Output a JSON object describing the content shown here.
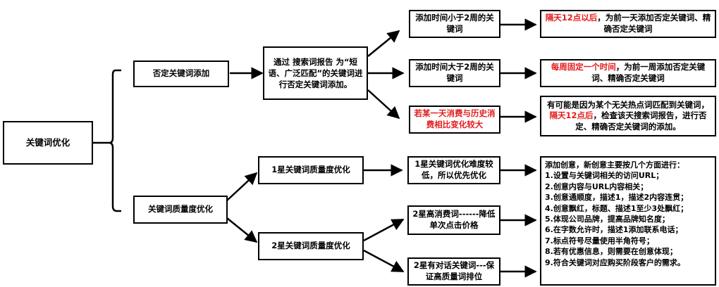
{
  "root": {
    "label": "关键词优化"
  },
  "branches": {
    "negative": {
      "label": "否定关键词添加"
    },
    "quality": {
      "label": "关键词质量度优化"
    }
  },
  "negative_method": {
    "label": "通过 搜索词报告 为“短语、广泛匹配”的关键词进行否定关键词添加。"
  },
  "negative_cases": [
    {
      "condition": "添加时间小于2周的关键词",
      "result_red": "隔天12点以后",
      "result_text": "，为前一天添加否定关键词、精确否定关键词"
    },
    {
      "condition": "添加时间大于2周的关键词",
      "result_red": "每周固定一个时间",
      "result_text": "，为前一周添加否定关键词、精确否定关键词"
    },
    {
      "condition": "若某一天消费与历史消费相比变化较大",
      "result_pre": "有可能是因为某个无关热点词匹配到关键词，",
      "result_red": "隔天12点后",
      "result_text": "，检查该天搜索词报告，进行否定、精确否定关键词的添加。"
    }
  ],
  "quality_levels": {
    "star1": {
      "label": "1星关键词质量度优化",
      "detail": "1星关键词优化难度较低，所以优先优化"
    },
    "star2": {
      "label": "2星关键词质量度优化",
      "details": [
        "2星高消费词------降低单次点击价格",
        "2星有对话关键词---保证高质量词排位"
      ]
    }
  },
  "creative_tips": {
    "intro": "添加创意，新创意主要按几个方面进行：",
    "items": [
      "1.设置与关键词相关的访问URL；",
      "2.创意内容与URL内容相关；",
      "3.创意通顺度，描述1，描述2内容连贯；",
      "4.创意飘红，标题、描述1至少3处飘红；",
      "5.体现公司品牌，提高品牌知名度；",
      "6.在字数允许时，描述1添加联系电话；",
      "7.标点符号尽量使用半角符号；",
      "8.若有优惠信息，则需要在创意体现；",
      "9.符合关键词对应购买阶段客户的需求。"
    ]
  },
  "colors": {
    "highlight": "#e31b1b",
    "line": "#000000"
  }
}
